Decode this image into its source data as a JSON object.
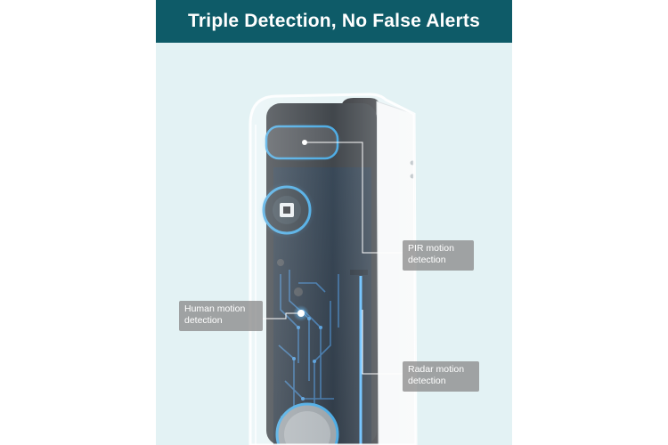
{
  "header": {
    "title": "Triple Detection, No False Alerts"
  },
  "callouts": {
    "pir": {
      "line1": "PIR motion",
      "line2": "detection"
    },
    "human": {
      "line1": "Human motion",
      "line2": "detection"
    },
    "radar": {
      "line1": "Radar motion",
      "line2": "detection"
    }
  },
  "colors": {
    "header_bg": "#0e5b68",
    "panel_bg": "#e3f2f4",
    "glow": "#2f9ee0"
  }
}
